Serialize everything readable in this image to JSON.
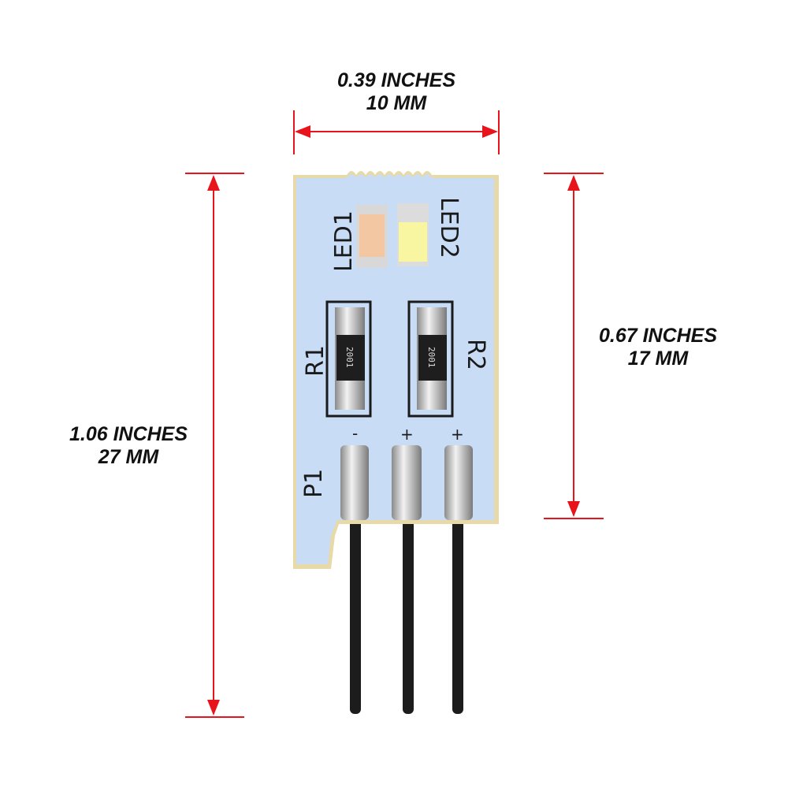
{
  "dimensions": {
    "width": {
      "inches": "0.39 INCHES",
      "mm": "10 MM"
    },
    "total_height": {
      "inches": "1.06 INCHES",
      "mm": "27 MM"
    },
    "board_height": {
      "inches": "0.67 INCHES",
      "mm": "17 MM"
    }
  },
  "board": {
    "led1_label": "LED1",
    "led2_label": "LED2",
    "r1_label": "R1",
    "r2_label": "R2",
    "r1_code": "2001",
    "r2_code": "2001",
    "p1_label": "P1",
    "pin_labels": [
      "-",
      "+",
      "+"
    ]
  },
  "colors": {
    "dimension_line": "#e8141c",
    "board": "#c8dcf6"
  }
}
